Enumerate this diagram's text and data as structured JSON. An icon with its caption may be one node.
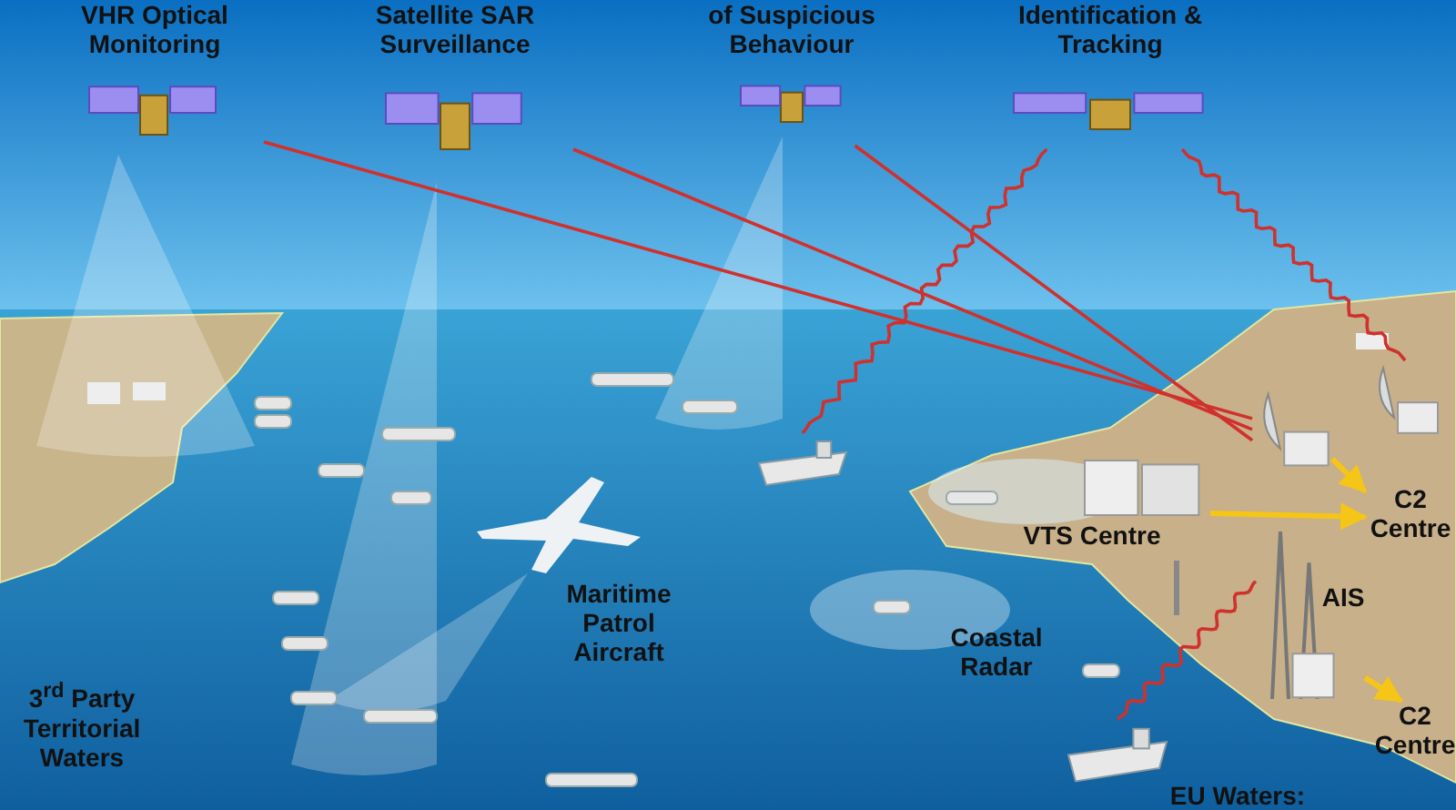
{
  "diagram": {
    "nodes": [
      {
        "text": [
          "VHR Optical Monitoring"
        ]
      },
      {
        "text": [
          "Satellite SAR Surveillance"
        ]
      },
      {
        "text": [
          "of Suspicious Behaviour"
        ]
      },
      {
        "text": [
          "Identification & Tracking"
        ]
      },
      {
        "text": [],
        "shape": "picture"
      },
      {
        "text": [],
        "shape": "picture"
      },
      {
        "text": [],
        "shape": "picture"
      },
      {
        "text": [
          "VTS Centre"
        ]
      },
      {
        "text": [
          "C2 Centre"
        ]
      },
      {
        "text": [
          "AIS"
        ]
      },
      {
        "text": [
          "C2 Centre"
        ]
      },
      {
        "text": [],
        "shape": "picture"
      }
    ],
    "edges": [
      {
        "from": 0,
        "to": 4,
        "arrow": "none"
      },
      {
        "from": 1,
        "to": 4,
        "arrow": "none"
      },
      {
        "from": 2,
        "to": 4,
        "arrow": "none"
      },
      {
        "from": 3,
        "to": 6,
        "arrow": "none"
      },
      {
        "from": 3,
        "to": 5,
        "arrow": "none"
      },
      {
        "from": 4,
        "to": 8,
        "arrow": "to",
        "color": "#f5c518"
      },
      {
        "from": 7,
        "to": 8,
        "arrow": "to",
        "color": "#f5c518"
      },
      {
        "from": 11,
        "to": 9,
        "arrow": "none"
      },
      {
        "from": 9,
        "to": 10,
        "arrow": "to",
        "color": "#f5c518"
      }
    ],
    "labels": [
      "Maritime Patrol Aircraft",
      "Coastal Radar",
      "3$^{rd}$ Party Territorial Waters",
      "EU Waters:"
    ]
  }
}
